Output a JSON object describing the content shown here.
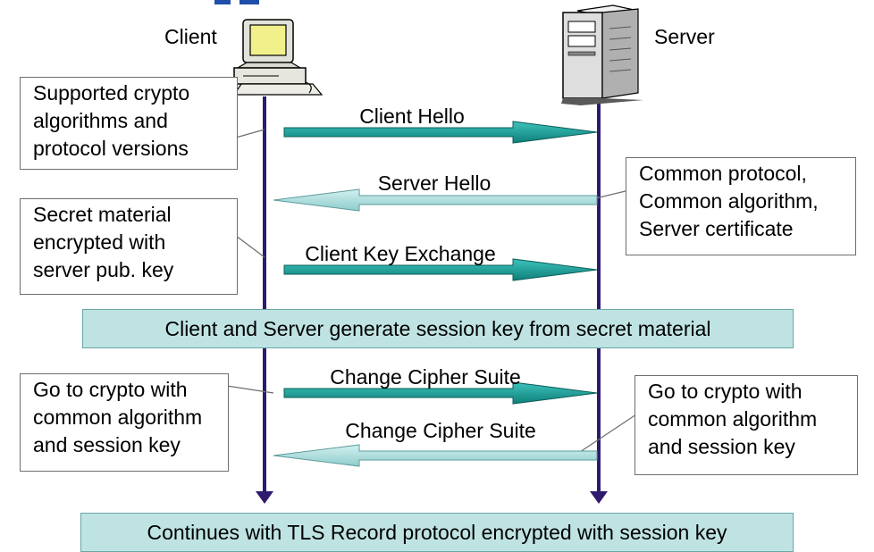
{
  "actors": {
    "client": {
      "label": "Client",
      "icon": "desktop-computer-icon"
    },
    "server": {
      "label": "Server",
      "icon": "server-tower-icon"
    }
  },
  "messages": [
    {
      "label": "Client Hello",
      "direction": "client-to-server"
    },
    {
      "label": "Server Hello",
      "direction": "server-to-client"
    },
    {
      "label": "Client Key Exchange",
      "direction": "client-to-server"
    },
    {
      "label": "Change Cipher Suite",
      "direction": "client-to-server"
    },
    {
      "label": "Change Cipher Suite",
      "direction": "server-to-client"
    }
  ],
  "notes": {
    "client_hello": [
      "Supported crypto",
      "algorithms and",
      "protocol versions"
    ],
    "server_hello": [
      "Common protocol,",
      "Common algorithm,",
      "Server certificate"
    ],
    "key_exchange": [
      "Secret material",
      "encrypted with",
      "server pub. key"
    ],
    "client_cipher": [
      "Go to crypto with",
      "common algorithm",
      "and session key"
    ],
    "server_cipher": [
      "Go to crypto with",
      "common algorithm",
      "and session key"
    ]
  },
  "bars": {
    "session_key": "Client and Server generate session key from secret material",
    "record_protocol": "Continues with TLS Record protocol encrypted with session key"
  },
  "colors": {
    "lifeline": "#2e1a6e",
    "arrow_dark": "#1b9a93",
    "arrow_light": "#a7dcdc",
    "bar_fill": "#bfe3e3",
    "note_border": "#6e6e6e"
  }
}
